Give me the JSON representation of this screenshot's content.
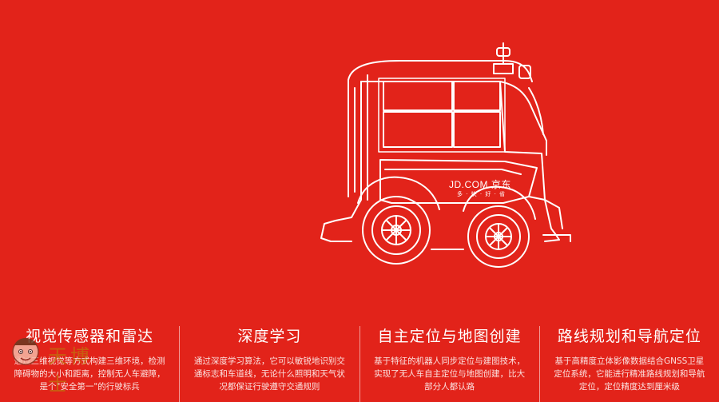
{
  "robot": {
    "brand_text": "JD.COM 京东",
    "slogan_text": "多 · 快 · 好 · 省"
  },
  "features": [
    {
      "title": "视觉传感器和雷达",
      "desc": "通过三维视觉等方式构建三维环境，检测障碍物的大小和距离，控制无人车避障，是个\"安全第一\"的行驶标兵"
    },
    {
      "title": "深度学习",
      "desc": "通过深度学习算法，它可以敏锐地识别交通标志和车道线，无论什么照明和天气状况都保证行驶遵守交通规则"
    },
    {
      "title": "自主定位与地图创建",
      "desc": "基于特征的机器人同步定位与建图技术，实现了无人车自主定位与地图创建，比大部分人都认路"
    },
    {
      "title": "路线规划和导航定位",
      "desc": "基于高精度立体影像数据结合GNSS卫星定位系统，它能进行精准路线规划和导航定位，定位精度达到厘米级"
    }
  ],
  "watermark": {
    "text": "天博士"
  },
  "colors": {
    "background": "#e2231a",
    "line": "#ffffff"
  }
}
